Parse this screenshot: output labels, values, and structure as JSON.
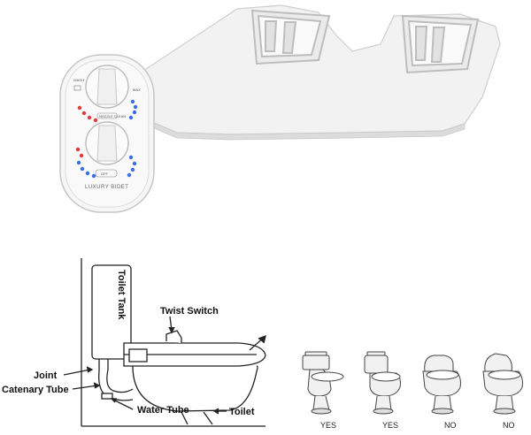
{
  "product": {
    "brand_text": "LUXURY BIDET",
    "knob_labels": {
      "top_left": "WASH",
      "top_right": "MAX",
      "mid": "NOZZLE CLEAN",
      "bottom": "OFF"
    }
  },
  "diagram": {
    "labels": {
      "toilet_tank": "Toilet Tank",
      "twist_switch": "Twist Switch",
      "joint": "Joint",
      "catenary_tube": "Catenary Tube",
      "water_tube": "Water Tube",
      "toilet": "Toilet"
    }
  },
  "compatibility": [
    {
      "label": "YES"
    },
    {
      "label": "YES"
    },
    {
      "label": "NO"
    },
    {
      "label": "NO"
    }
  ],
  "colors": {
    "hot_dots": "#e23a3a",
    "cold_dots": "#3a6fe2",
    "product_body": "#f4f4f4",
    "outline": "#555555"
  }
}
